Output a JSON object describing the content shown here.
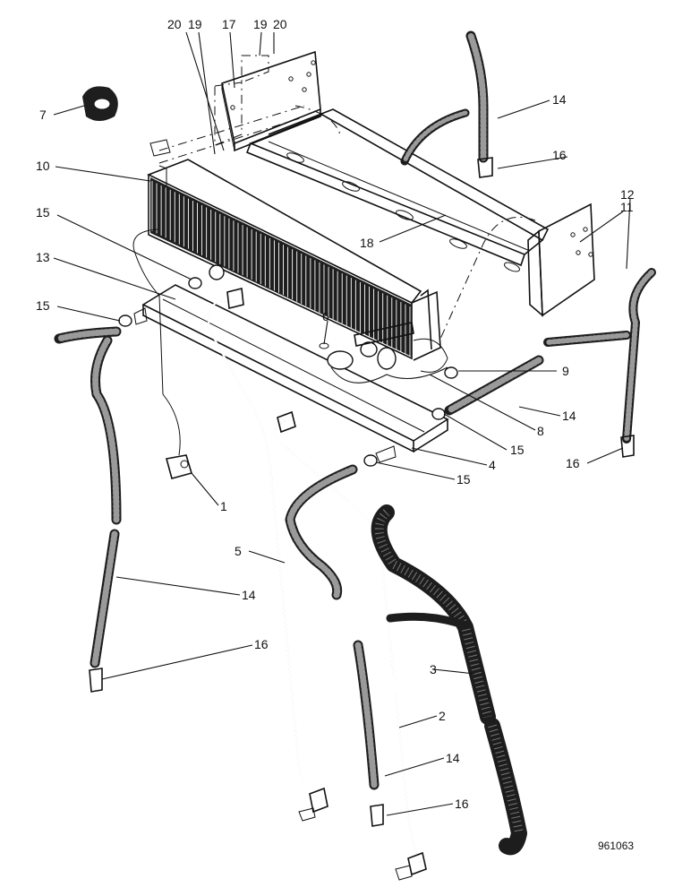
{
  "figure": {
    "reference_number": "961063",
    "callouts": [
      {
        "id": "c20a",
        "text": "20"
      },
      {
        "id": "c19a",
        "text": "19"
      },
      {
        "id": "c17",
        "text": "17"
      },
      {
        "id": "c19b",
        "text": "19"
      },
      {
        "id": "c20b",
        "text": "20"
      },
      {
        "id": "c7",
        "text": "7"
      },
      {
        "id": "c14a",
        "text": "14"
      },
      {
        "id": "c16a",
        "text": "16"
      },
      {
        "id": "c10",
        "text": "10"
      },
      {
        "id": "c15a",
        "text": "15"
      },
      {
        "id": "c12",
        "text": "12"
      },
      {
        "id": "c11",
        "text": "11"
      },
      {
        "id": "c18",
        "text": "18"
      },
      {
        "id": "c13",
        "text": "13"
      },
      {
        "id": "c15b",
        "text": "15"
      },
      {
        "id": "c6",
        "text": "6"
      },
      {
        "id": "c9",
        "text": "9"
      },
      {
        "id": "c14b",
        "text": "14"
      },
      {
        "id": "c8",
        "text": "8"
      },
      {
        "id": "c15c",
        "text": "15"
      },
      {
        "id": "c4",
        "text": "4"
      },
      {
        "id": "c16b",
        "text": "16"
      },
      {
        "id": "c15d",
        "text": "15"
      },
      {
        "id": "c1",
        "text": "1"
      },
      {
        "id": "c5",
        "text": "5"
      },
      {
        "id": "c14c",
        "text": "14"
      },
      {
        "id": "c16c",
        "text": "16"
      },
      {
        "id": "c3",
        "text": "3"
      },
      {
        "id": "c2",
        "text": "2"
      },
      {
        "id": "c14d",
        "text": "14"
      },
      {
        "id": "c16d",
        "text": "16"
      }
    ]
  }
}
